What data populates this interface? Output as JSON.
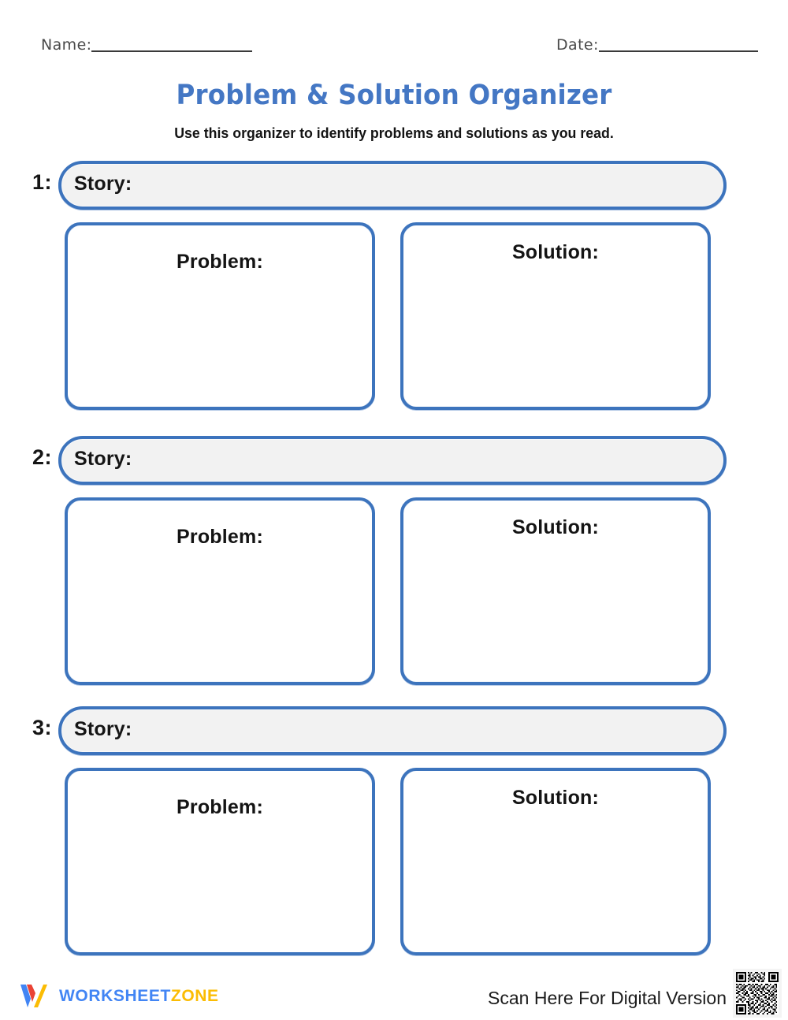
{
  "header": {
    "name_label": "Name:",
    "date_label": "Date:"
  },
  "title": "Problem & Solution Organizer",
  "subtitle": "Use this organizer to identify problems and solutions as you read.",
  "labels": {
    "story": "Story:",
    "problem": "Problem:",
    "solution": "Solution:"
  },
  "rows": [
    {
      "index": "1:",
      "story": "Story:",
      "problem": "Problem:",
      "solution": "Solution:"
    },
    {
      "index": "2:",
      "story": "Story:",
      "problem": "Problem:",
      "solution": "Solution:"
    },
    {
      "index": "3:",
      "story": "Story:",
      "problem": "Problem:",
      "solution": "Solution:"
    }
  ],
  "footer": {
    "brand_primary": "WORKSHEET",
    "brand_secondary": "ZONE",
    "scan_text": "Scan Here For Digital Version"
  },
  "colors": {
    "title_blue": "#4477c4",
    "border_blue": "#3d74bd",
    "pill_fill": "#f2f2f2",
    "brand_blue": "#4285f4",
    "brand_yellow": "#fbbc04",
    "brand_red": "#ea4335",
    "text_dark": "#141414"
  }
}
